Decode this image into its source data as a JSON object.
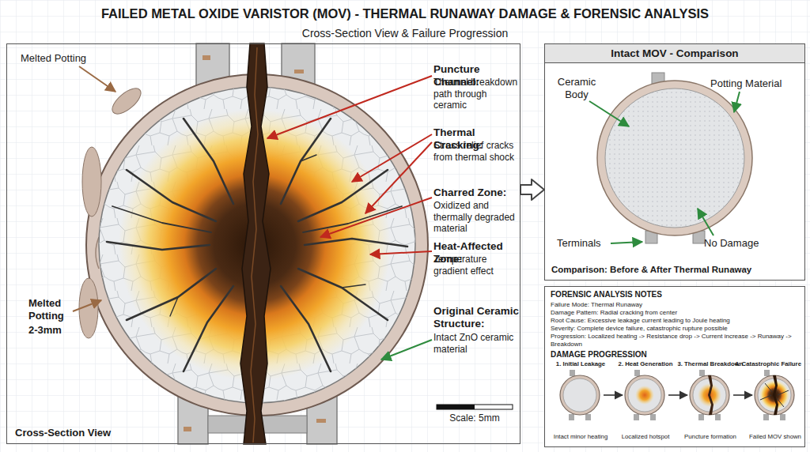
{
  "diagram": {
    "title": "FAILED METAL OXIDE VARISTOR (MOV) - THERMAL RUNAWAY DAMAGE & FORENSIC ANALYSIS",
    "nodes": [
      {
        "text": [
          "Cross-Section View"
        ]
      },
      {
        "text": [
          "Intact MOV - Comparison",
          "Comparison: Before & After Thermal Runaway"
        ]
      },
      {
        "text": [
          "FORENSIC ANALYSIS NOTES",
          "Failure Mode: Thermal Runaway",
          "Damage Pattern: Radial cracking from center",
          "Root Cause: Excessive leakage current leading to Joule heating",
          "Severity: Complete device failure, catastrophic rupture possible",
          "Progression: Localized heating -> Resistance drop -> Current increase -> Runaway -> Breakdown",
          "DAMAGE PROGRESSION"
        ]
      },
      {
        "text": [
          "1. Initial Leakage",
          "Intact minor heating"
        ],
        "in": 2
      },
      {
        "text": [
          "2. Heat Generation",
          "Localized hotspot"
        ],
        "in": 2
      },
      {
        "text": [
          "3. Thermal Breakdown",
          "Puncture formation"
        ],
        "in": 2
      },
      {
        "text": [
          "4. Catastrophic Failure",
          "Failed MOV shown"
        ],
        "in": 2
      }
    ],
    "edges": [
      {
        "from": 0,
        "to": 1,
        "arrow": "to"
      },
      {
        "from": 3,
        "to": 4,
        "arrow": "to"
      },
      {
        "from": 4,
        "to": 5,
        "arrow": "to"
      },
      {
        "from": 5,
        "to": 6,
        "arrow": "to"
      }
    ],
    "labels": [
      "Cross-Section View & Failure Progression",
      "Melted Potting",
      "Puncture Channel:",
      "Thermal breakdown path through ceramic",
      "Thermal Cracking:",
      "Stress relief cracks from thermal shock",
      "Charred Zone:",
      "Oxidized and thermally degraded material",
      "Heat-Affected Zone:",
      "Temperature gradient effect",
      "Original Ceramic Structure:",
      "Intact ZnO ceramic material",
      "Melted Potting",
      "2-3mm",
      "Scale: 5mm",
      "Ceramic Body",
      "Potting Material",
      "Terminals",
      "No Damage"
    ]
  }
}
